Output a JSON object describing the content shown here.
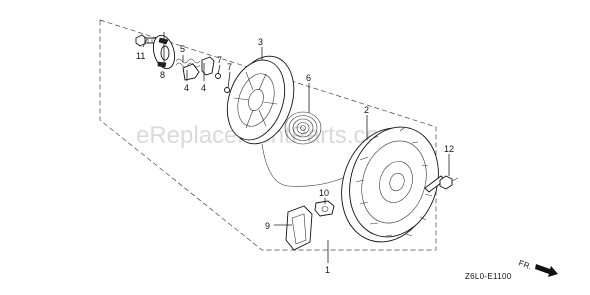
{
  "diagram": {
    "callouts": {
      "c1": "1",
      "c2": "2",
      "c3": "3",
      "c4a": "4",
      "c4b": "4",
      "c5": "5",
      "c6": "6",
      "c7a": "7",
      "c7b": "7",
      "c8": "8",
      "c9": "9",
      "c10": "10",
      "c11": "11",
      "c12": "12"
    },
    "watermark": "eReplacementParts.com",
    "diagram_code": "Z6L0-E1100",
    "direction_label": "FR."
  }
}
